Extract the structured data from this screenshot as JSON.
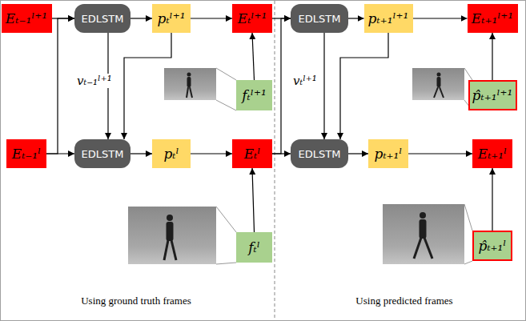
{
  "diagram": {
    "nodes": [
      {
        "text": [
          "Eₜ₋₁ˡ⁺¹"
        ]
      },
      {
        "text": [
          "EDLSTM"
        ]
      },
      {
        "text": [
          "pₜˡ⁺¹"
        ]
      },
      {
        "text": [
          "Eₜˡ⁺¹"
        ]
      },
      {
        "text": [
          "EDLSTM"
        ]
      },
      {
        "text": [
          "pₜ₊₁ˡ⁺¹"
        ]
      },
      {
        "text": [
          "Eₜ₊₁ˡ⁺¹"
        ]
      },
      {
        "text": [
          "fₜˡ⁺¹"
        ]
      },
      {
        "text": [
          "p̂ₜ₊₁ˡ⁺¹"
        ]
      },
      {
        "text": [
          "Eₜ₋₁ˡ"
        ]
      },
      {
        "text": [
          "EDLSTM"
        ]
      },
      {
        "text": [
          "pₜˡ"
        ]
      },
      {
        "text": [
          "Eₜˡ"
        ]
      },
      {
        "text": [
          "EDLSTM"
        ]
      },
      {
        "text": [
          "pₜ₊₁ˡ"
        ]
      },
      {
        "text": [
          "Eₜ₊₁ˡ"
        ]
      },
      {
        "text": [
          "fₜˡ"
        ]
      },
      {
        "text": [
          "p̂ₜ₊₁ˡ"
        ]
      }
    ],
    "edges": [
      {
        "from": 0,
        "to": 1,
        "arrow": "to"
      },
      {
        "from": 1,
        "to": 2,
        "arrow": "to"
      },
      {
        "from": 2,
        "to": 3,
        "arrow": "to"
      },
      {
        "from": 3,
        "to": 4,
        "arrow": "to"
      },
      {
        "from": 4,
        "to": 5,
        "arrow": "to"
      },
      {
        "from": 5,
        "to": 6,
        "arrow": "to"
      },
      {
        "from": 7,
        "to": 3,
        "arrow": "to"
      },
      {
        "from": 8,
        "to": 6,
        "arrow": "to"
      },
      {
        "from": 9,
        "to": 10,
        "arrow": "to"
      },
      {
        "from": 10,
        "to": 11,
        "arrow": "to"
      },
      {
        "from": 11,
        "to": 12,
        "arrow": "to"
      },
      {
        "from": 12,
        "to": 13,
        "arrow": "to"
      },
      {
        "from": 13,
        "to": 14,
        "arrow": "to"
      },
      {
        "from": 14,
        "to": 15,
        "arrow": "to"
      },
      {
        "from": 16,
        "to": 12,
        "arrow": "to"
      },
      {
        "from": 17,
        "to": 15,
        "arrow": "to"
      },
      {
        "from": 9,
        "to": 1,
        "arrow": "to"
      },
      {
        "from": 12,
        "to": 4,
        "arrow": "to"
      },
      {
        "from": 1,
        "to": 10,
        "label": "vₜ₋₁ˡ⁺¹",
        "arrow": "to"
      },
      {
        "from": 2,
        "to": 10,
        "arrow": "to"
      },
      {
        "from": 4,
        "to": 13,
        "label": "vₜˡ⁺¹",
        "arrow": "to"
      },
      {
        "from": 5,
        "to": 13,
        "arrow": "to"
      }
    ],
    "labels": [
      "Using ground truth frames",
      "Using predicted frames"
    ]
  }
}
